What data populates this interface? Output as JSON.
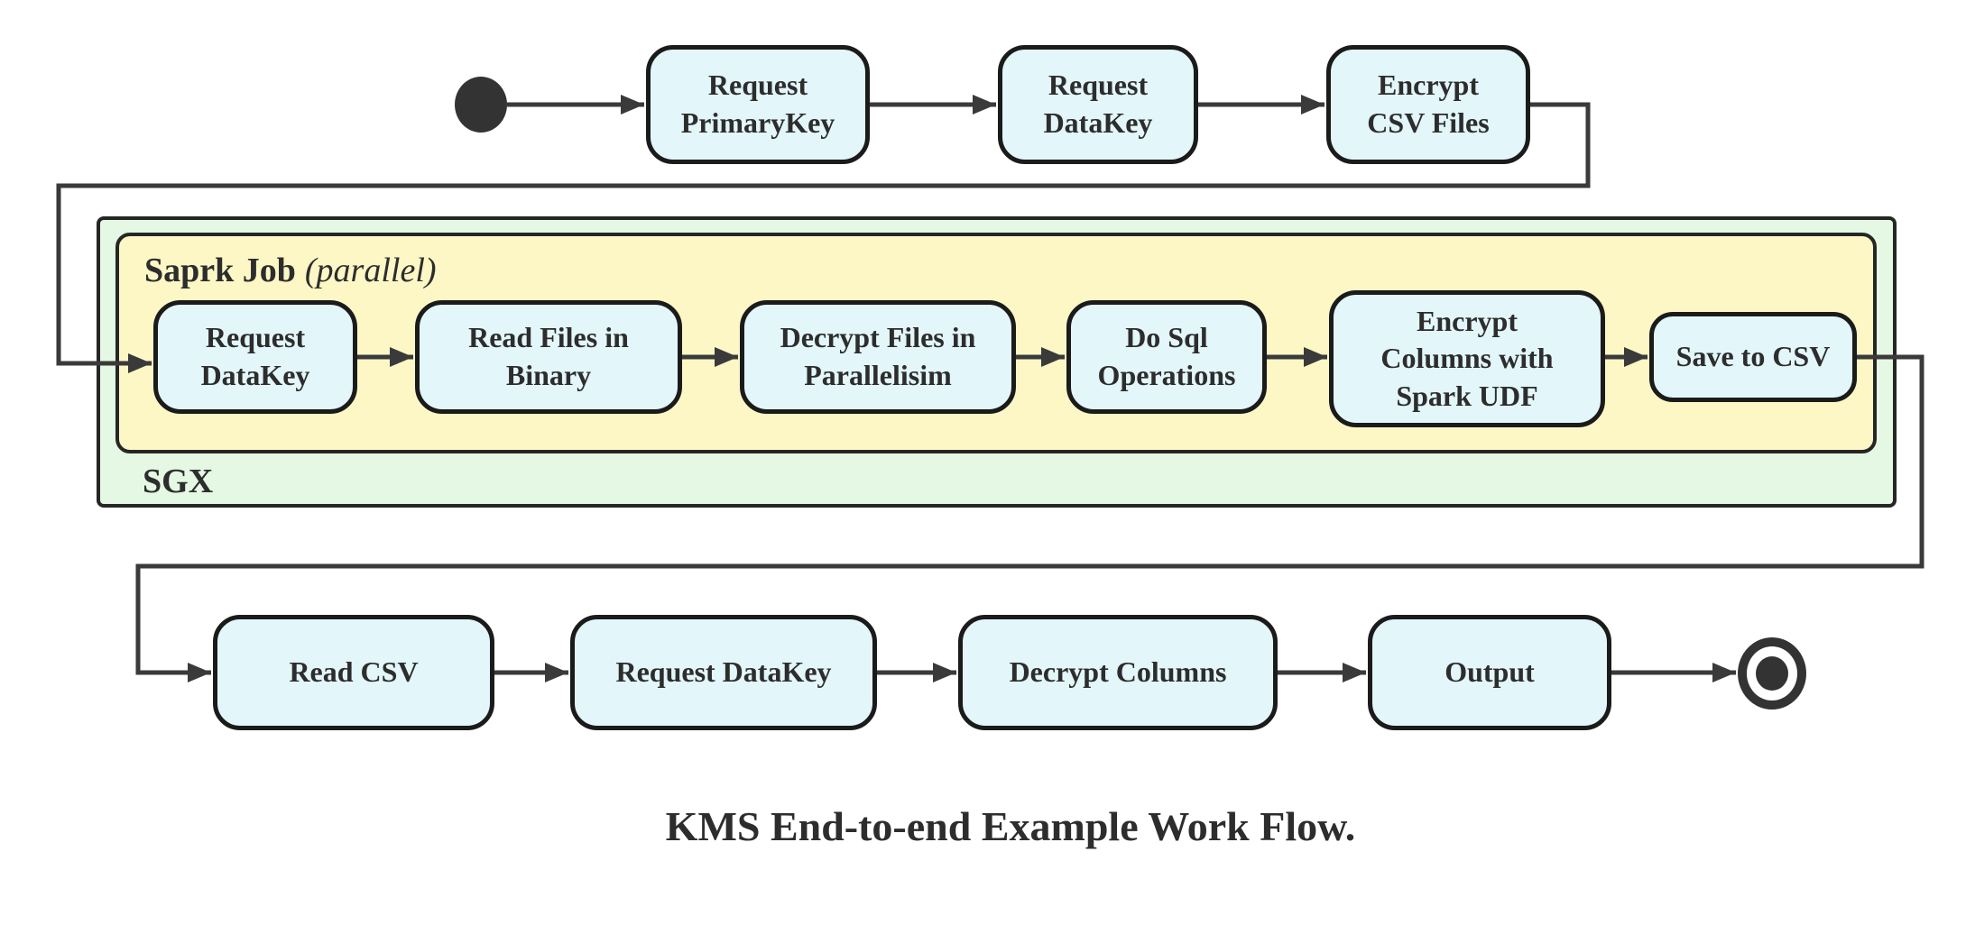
{
  "diagram": {
    "title": "KMS End-to-end Example Work Flow.",
    "containers": {
      "sgx": {
        "label": "SGX"
      },
      "spark_job": {
        "label": "Saprk Job",
        "label_suffix": "(parallel)"
      }
    },
    "nodes": {
      "request_primarykey": {
        "label": "Request\nPrimaryKey"
      },
      "request_datakey_top": {
        "label": "Request\nDataKey"
      },
      "encrypt_csv_files": {
        "label": "Encrypt\nCSV Files"
      },
      "request_datakey_sgx": {
        "label": "Request\nDataKey"
      },
      "read_files_in_binary": {
        "label": "Read Files in\nBinary"
      },
      "decrypt_files_in_parallelisim": {
        "label": "Decrypt Files in\nParallelisim"
      },
      "do_sql_operations": {
        "label": "Do Sql\nOperations"
      },
      "encrypt_columns_with_spark_udf": {
        "label": "Encrypt\nColumns with\nSpark UDF"
      },
      "save_to_csv": {
        "label": "Save to CSV"
      },
      "read_csv": {
        "label": "Read CSV"
      },
      "request_datakey_bottom": {
        "label": "Request DataKey"
      },
      "decrypt_columns": {
        "label": "Decrypt Columns"
      },
      "output": {
        "label": "Output"
      }
    },
    "markers": {
      "start": "filled-circle",
      "end": "double-circle"
    },
    "colors": {
      "node_fill": "#e3f6fa",
      "node_border": "#1b1b1b",
      "sgx_fill": "#e4f8e4",
      "spark_fill": "#fdf7c6",
      "container_border": "#262626",
      "edge": "#3a3a3a",
      "text": "#2d2d2d",
      "start_end": "#333333"
    }
  }
}
